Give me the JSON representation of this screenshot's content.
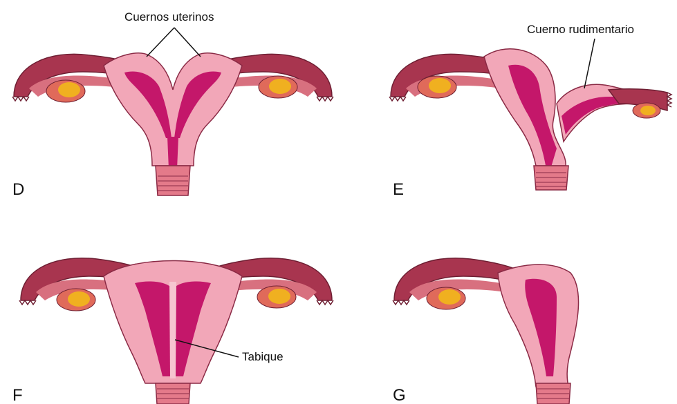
{
  "panels": [
    {
      "letter": "D"
    },
    {
      "letter": "E"
    },
    {
      "letter": "F"
    },
    {
      "letter": "G"
    }
  ],
  "labels": {
    "uterine_horns": "Cuernos uterinos",
    "rudimentary_horn": "Cuerno rudimentario",
    "septum": "Tabique"
  },
  "colors": {
    "outer_wall": "#f2a7b8",
    "wall_outline": "#8a2a45",
    "myometrium": "#d9587f",
    "cavity": "#c4176a",
    "tube_outer": "#a8354f",
    "tube_inner": "#d8707f",
    "ovary": "#f0b020",
    "cervix": "#e47a8a"
  }
}
